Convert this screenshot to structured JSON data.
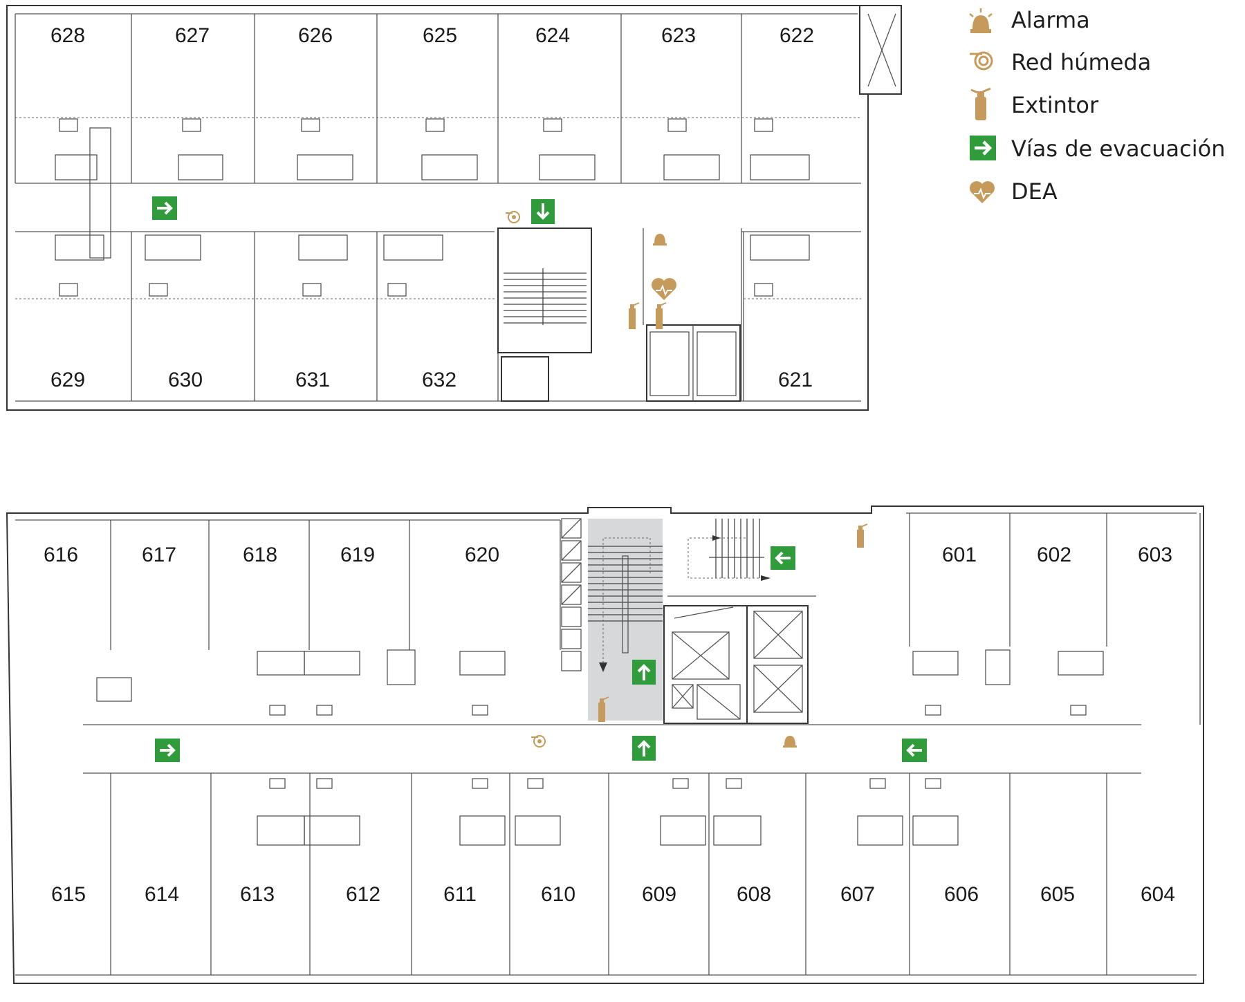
{
  "legend": {
    "items": [
      {
        "icon": "alarm-icon",
        "label": "Alarma"
      },
      {
        "icon": "hose-reel-icon",
        "label": "Red húmeda"
      },
      {
        "icon": "extinguisher-icon",
        "label": "Extintor"
      },
      {
        "icon": "evacuation-arrow-icon",
        "label": "Vías de evacuación"
      },
      {
        "icon": "aed-heart-icon",
        "label": "DEA"
      }
    ]
  },
  "colors": {
    "gold": "#c69a5a",
    "green": "#2f9b3a",
    "wall": "#333333",
    "stair_shade": "#d6d8da"
  },
  "upper_plan": {
    "rooms_top": [
      "628",
      "627",
      "626",
      "625",
      "624",
      "623",
      "622"
    ],
    "rooms_bottom": [
      "629",
      "630",
      "631",
      "632",
      "621"
    ]
  },
  "lower_plan": {
    "rooms_top_left": [
      "616",
      "617",
      "618",
      "619",
      "620"
    ],
    "rooms_top_right": [
      "601",
      "602",
      "603"
    ],
    "rooms_bottom": [
      "615",
      "614",
      "613",
      "612",
      "611",
      "610",
      "609",
      "608",
      "607",
      "606",
      "605",
      "604"
    ]
  }
}
